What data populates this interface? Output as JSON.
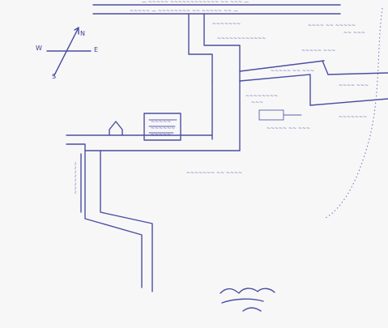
{
  "compass": {
    "north": "N",
    "west": "W",
    "east": "E",
    "south": "S"
  },
  "signature": {
    "line1": "",
    "line2": ""
  }
}
